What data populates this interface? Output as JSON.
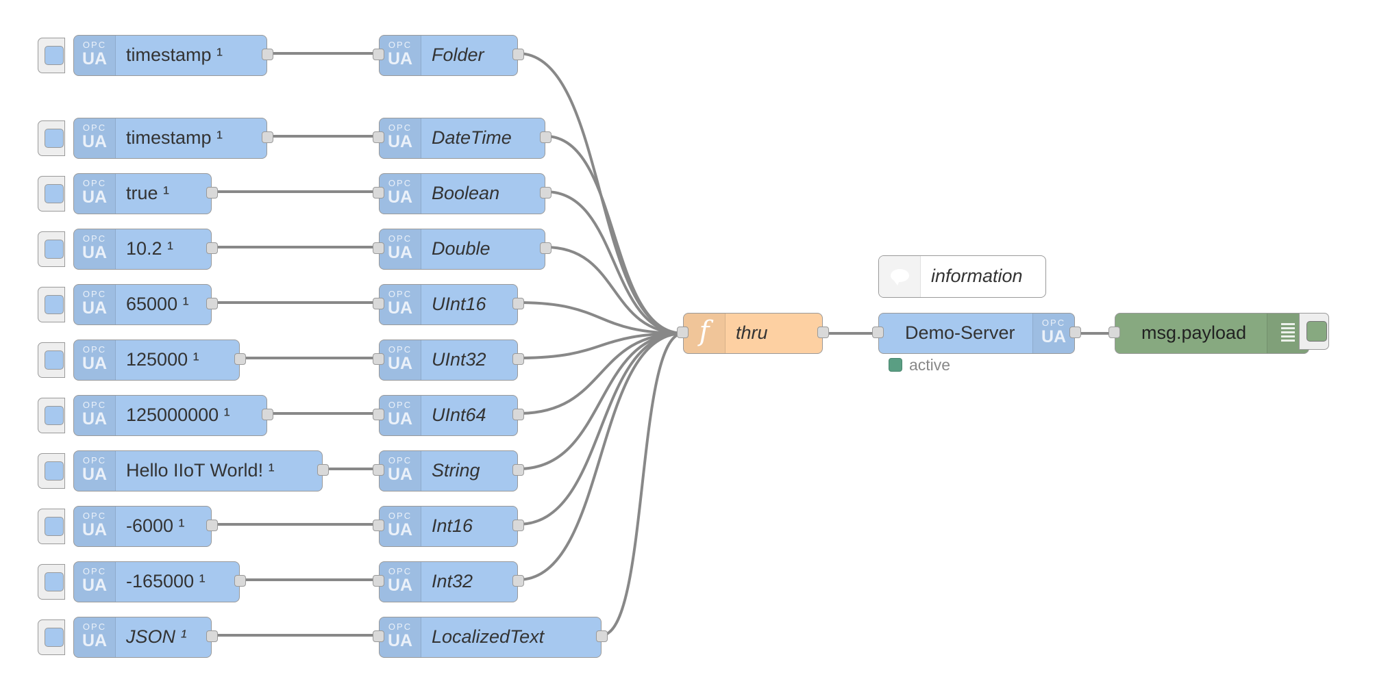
{
  "inject_nodes": [
    {
      "label": "timestamp ¹",
      "italic": false
    },
    {
      "label": "timestamp ¹",
      "italic": false
    },
    {
      "label": "true ¹",
      "italic": false
    },
    {
      "label": "10.2 ¹",
      "italic": false
    },
    {
      "label": "65000 ¹",
      "italic": false
    },
    {
      "label": "125000 ¹",
      "italic": false
    },
    {
      "label": "125000000 ¹",
      "italic": false
    },
    {
      "label": "Hello IIoT World! ¹",
      "italic": false
    },
    {
      "label": "-6000 ¹",
      "italic": false
    },
    {
      "label": "-165000 ¹",
      "italic": false
    },
    {
      "label": "JSON ¹",
      "italic": true
    }
  ],
  "item_nodes": [
    {
      "label": "Folder"
    },
    {
      "label": "DateTime"
    },
    {
      "label": "Boolean"
    },
    {
      "label": "Double"
    },
    {
      "label": "UInt16"
    },
    {
      "label": "UInt32"
    },
    {
      "label": "UInt64"
    },
    {
      "label": "String"
    },
    {
      "label": "Int16"
    },
    {
      "label": "Int32"
    },
    {
      "label": "LocalizedText"
    }
  ],
  "icon_text": {
    "line1": "OPC",
    "line2": "UA"
  },
  "function_node": {
    "label": "thru",
    "icon": "function-icon"
  },
  "comment_node": {
    "label": "information",
    "icon": "comment-bubble-icon"
  },
  "server_node": {
    "label": "Demo-Server",
    "status": "active",
    "status_color": "#5a9e83"
  },
  "debug_node": {
    "label": "msg.payload",
    "icon": "debug-list-icon"
  },
  "colors": {
    "opcua_node": "#a6c8ef",
    "function_node": "#fdd0a2",
    "debug_node": "#87a980",
    "wire": "#888888",
    "port": "#d9d9d9"
  }
}
